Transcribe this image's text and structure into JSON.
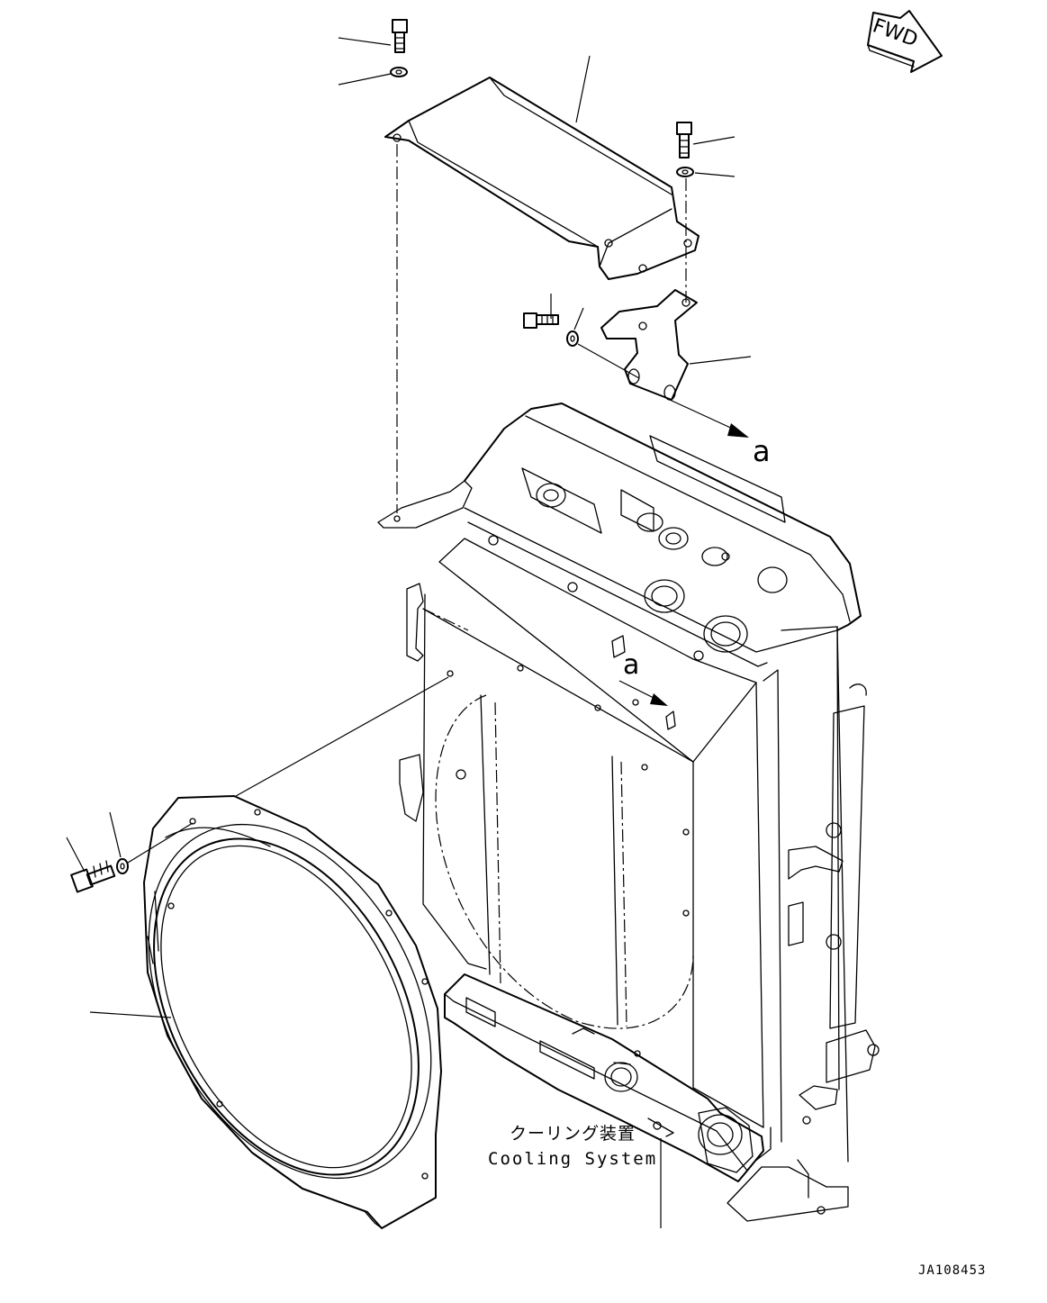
{
  "fwd_label": "FWD",
  "view_ref": {
    "upper": "a",
    "lower": "a"
  },
  "caption": {
    "japanese": "クーリング装置",
    "english": "Cooling System"
  },
  "drawing_id": "JA108453"
}
